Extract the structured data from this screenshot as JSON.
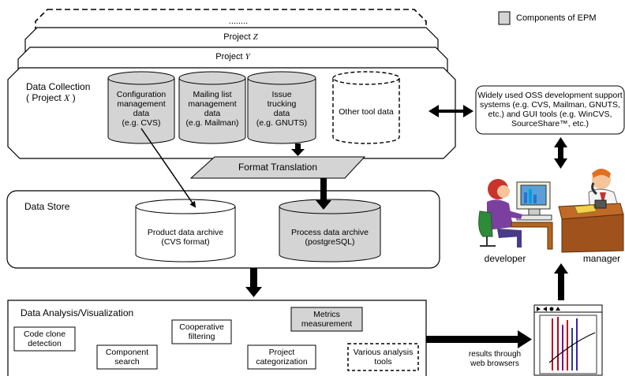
{
  "legend": {
    "label": "Components of EPM",
    "swatch_color": "#d4d4d4"
  },
  "projects": {
    "dots": "........",
    "z_label": "Project ",
    "z_var": "Z",
    "y_label": "Project ",
    "y_var": "Y"
  },
  "data_collection": {
    "title": "Data Collection",
    "subtitle_prefix": "( Project ",
    "subtitle_var": "X",
    "subtitle_suffix": " )",
    "sources": [
      {
        "label": "Configuration\nmanagement\ndata\n(e.g. CVS)"
      },
      {
        "label": "Mailing list\nmanagement\ndata\n(e.g. Mailman)"
      },
      {
        "label": "Issue\ntrucking\ndata\n(e.g. GNUTS)"
      },
      {
        "label": "Other tool data"
      }
    ]
  },
  "oss_systems": {
    "label": "Widely used OSS development support\nsystems (e.g. CVS, Mailman, GNUTS,\netc.) and GUI tools (e.g. WinCVS,\nSourceShare™, etc.)"
  },
  "format_translation": {
    "label": "Format Translation"
  },
  "data_store": {
    "title": "Data Store",
    "product_archive": "Product data archive\n(CVS format)",
    "process_archive": "Process data archive\n(postgreSQL)"
  },
  "people": {
    "developer": "developer",
    "manager": "manager"
  },
  "analysis": {
    "title": "Data Analysis/Visualization",
    "items": [
      {
        "label": "Code clone\ndetection"
      },
      {
        "label": "Component\nsearch"
      },
      {
        "label": "Cooperative\nfiltering"
      },
      {
        "label": "Project\ncategorization"
      },
      {
        "label": "Metrics\nmeasurement"
      },
      {
        "label": "Various analysis\ntools"
      }
    ]
  },
  "results": {
    "label": "results through\nweb browsers"
  },
  "colors": {
    "component_fill": "#d4d4d4",
    "white": "#ffffff",
    "stroke": "#000000"
  }
}
